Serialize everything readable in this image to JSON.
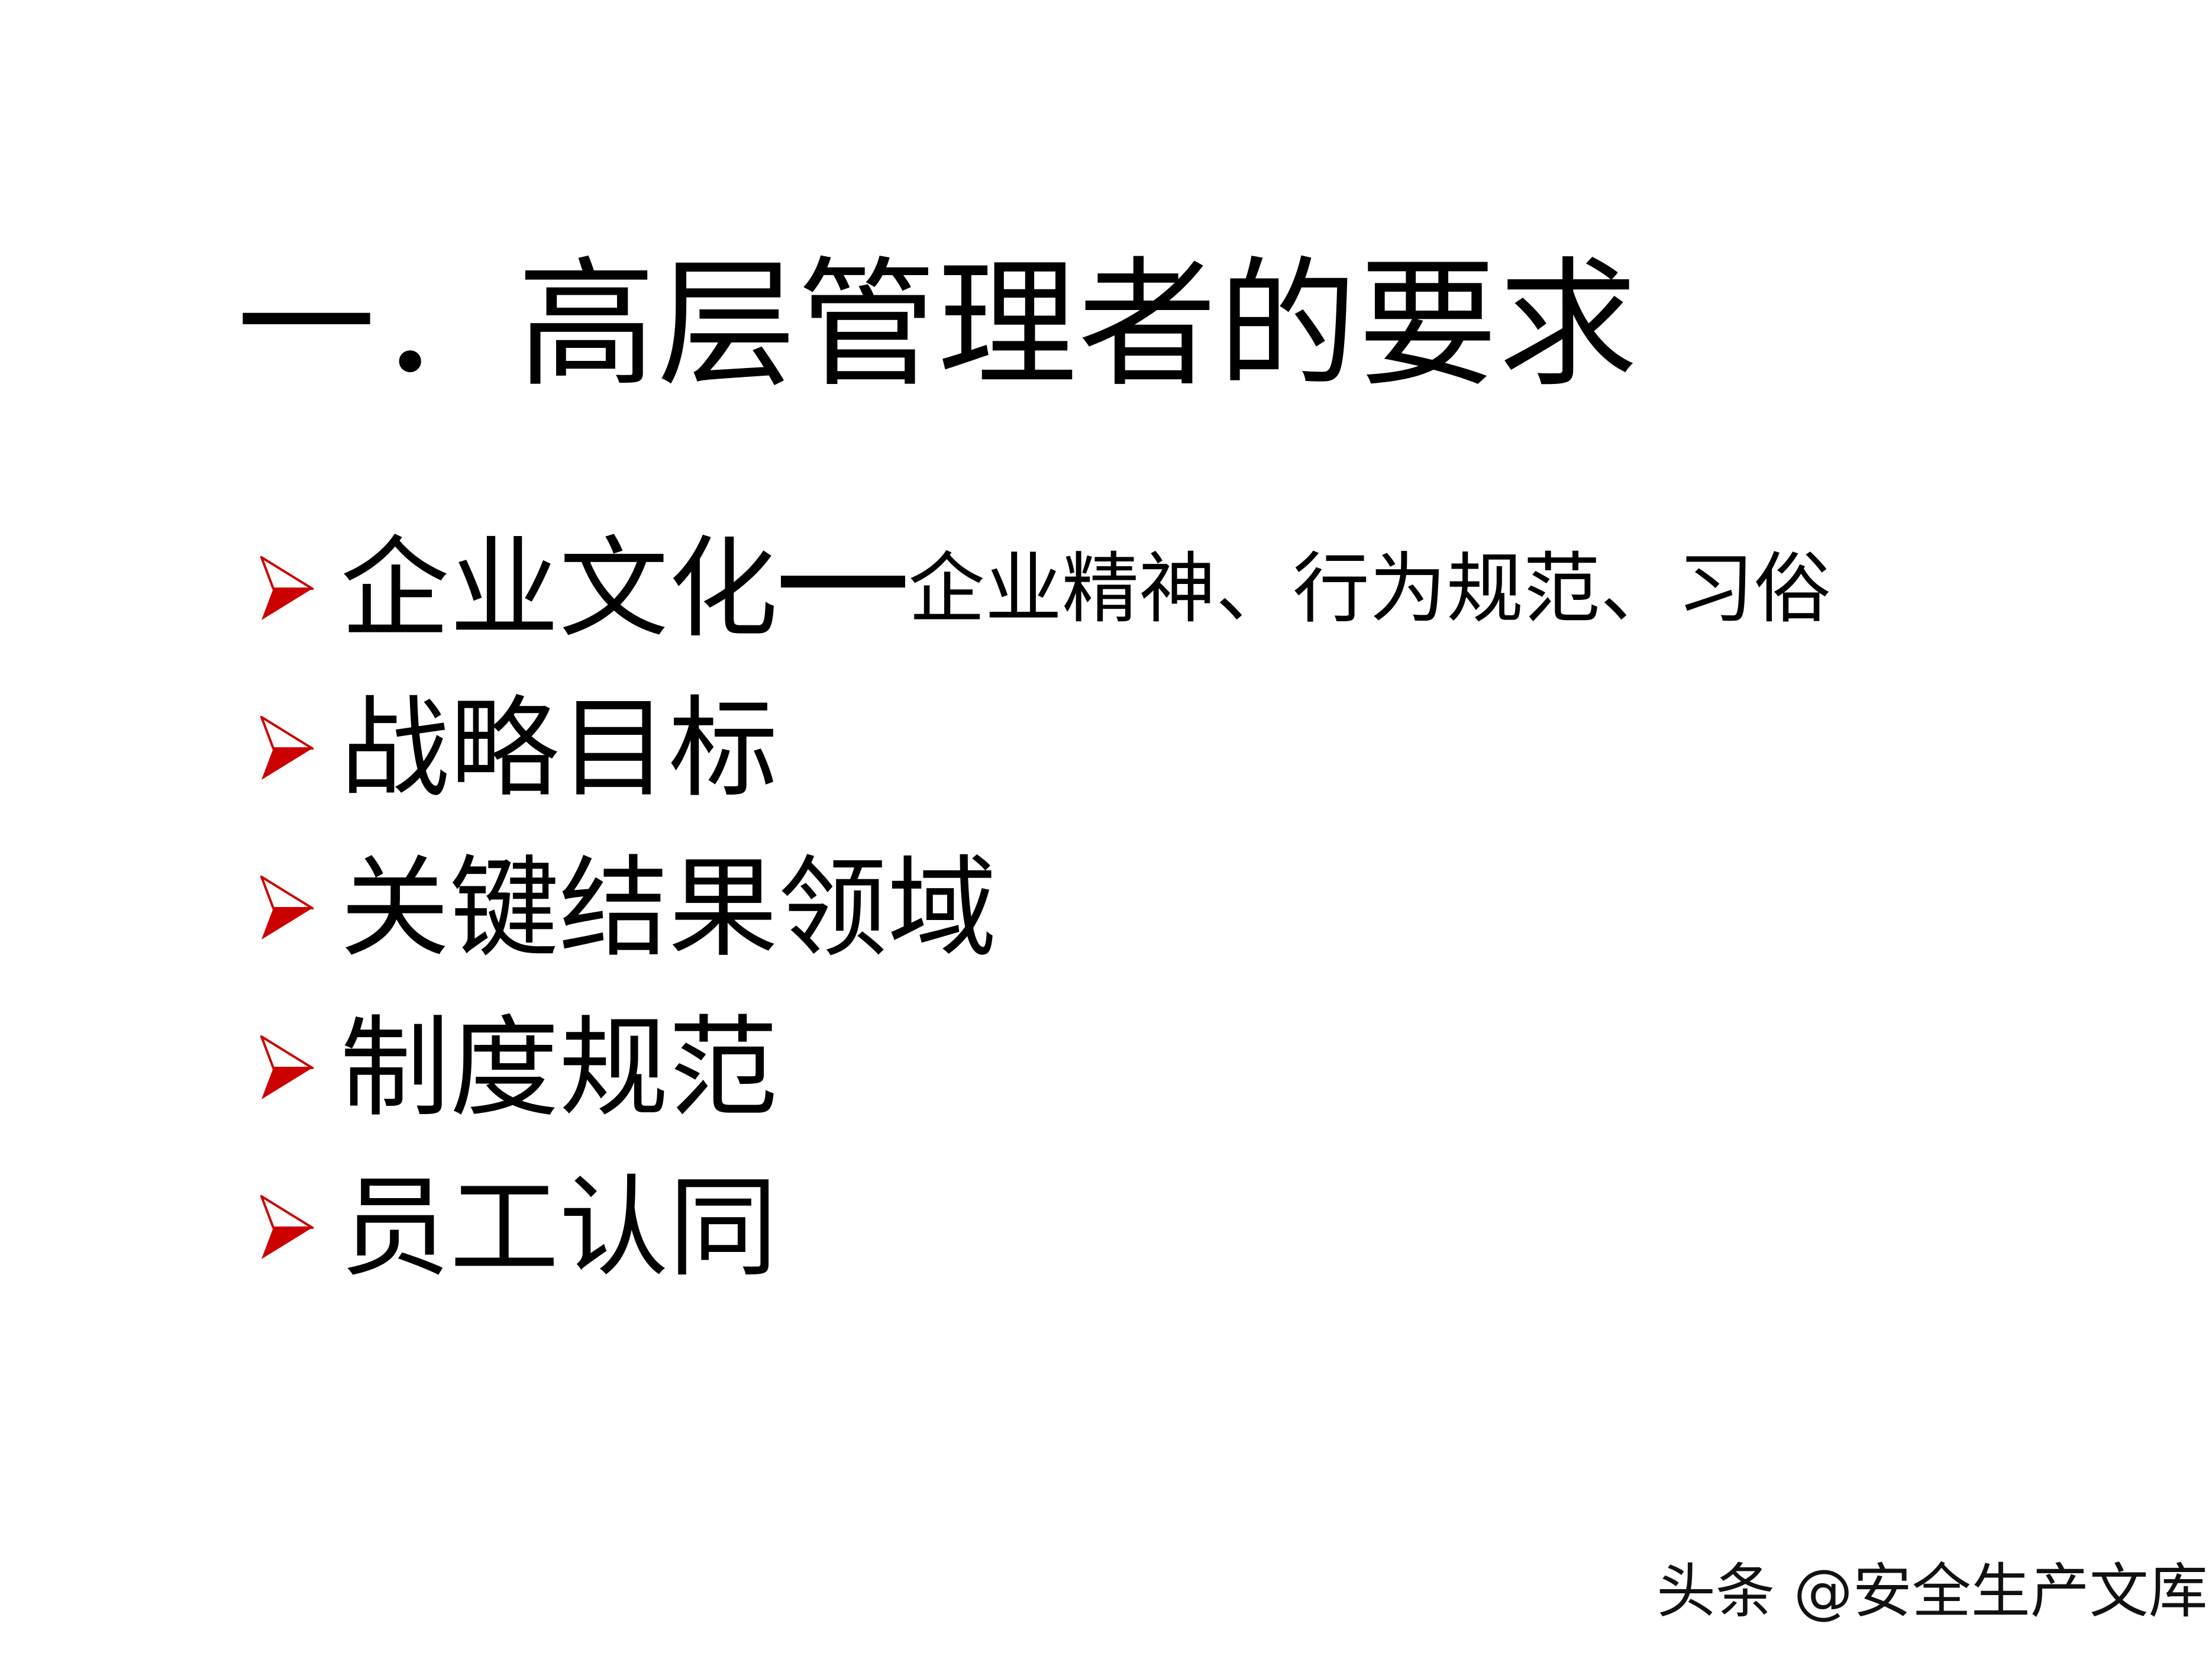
{
  "slide": {
    "title": "一．高层管理者的要求",
    "bullet_icon": "red-arrowhead-icon",
    "accent_color": "#CC0000",
    "items": [
      {
        "main": "企业文化",
        "separator": "—",
        "detail": "企业精神、行为规范、习俗"
      },
      {
        "main": "战略目标"
      },
      {
        "main": "关键结果领域"
      },
      {
        "main": "制度规范"
      },
      {
        "main": "员工认同"
      }
    ]
  },
  "watermark": {
    "text": "头条 @安全生产文库"
  }
}
